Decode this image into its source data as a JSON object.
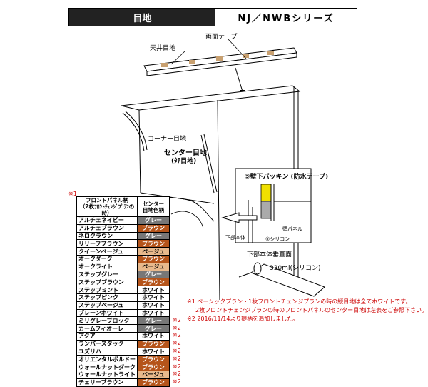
{
  "header": {
    "left": "目地",
    "right": "NJ／NWBシリーズ"
  },
  "labels": {
    "ceiling_joint": "天井目地",
    "double_tape": "両面テープ",
    "corner_joint": "コーナー目地",
    "center_joint": "センター目地",
    "center_joint_sub": "(ﾀﾃ目地)",
    "packing_title": "⑤壁下パッキン (防水テープ)",
    "bottom_body": "下部本体",
    "wall_panel": "壁パネル",
    "silicone_marker": "⑥シリコン",
    "bottom_section": "下部本体垂直面",
    "silicone_tube": "330ml(シリコン)"
  },
  "mark": "※1",
  "table": {
    "head_left": "フロントパネル柄",
    "head_left_sub": "（2枚ﾌﾛﾝﾄﾁｪﾝｼﾞﾌﾟﾗﾝの時）",
    "head_right": "センター",
    "head_right_sub": "目地色柄",
    "rows": [
      {
        "name": "アルチェネイビー",
        "color": "グレー",
        "bg": "#777777",
        "fg": "#ffffff",
        "note": ""
      },
      {
        "name": "アルチェブラウン",
        "color": "ブラウン",
        "bg": "#b5541a",
        "fg": "#ffffff",
        "note": ""
      },
      {
        "name": "ネロクラウン",
        "color": "グレー",
        "bg": "#777777",
        "fg": "#ffffff",
        "note": ""
      },
      {
        "name": "リリーフブラウン",
        "color": "ブラウン",
        "bg": "#b5541a",
        "fg": "#ffffff",
        "note": ""
      },
      {
        "name": "クイーンベージュ",
        "color": "ベージュ",
        "bg": "#e8b98c",
        "fg": "#000000",
        "note": ""
      },
      {
        "name": "オークダーク",
        "color": "ブラウン",
        "bg": "#b5541a",
        "fg": "#ffffff",
        "note": ""
      },
      {
        "name": "オークライト",
        "color": "ベージュ",
        "bg": "#e8b98c",
        "fg": "#000000",
        "note": ""
      },
      {
        "name": "ステップグレー",
        "color": "グレー",
        "bg": "#777777",
        "fg": "#ffffff",
        "note": ""
      },
      {
        "name": "ステップブラウン",
        "color": "ブラウン",
        "bg": "#b5541a",
        "fg": "#ffffff",
        "note": ""
      },
      {
        "name": "ステップミント",
        "color": "ホワイト",
        "bg": "#ffffff",
        "fg": "#000000",
        "note": ""
      },
      {
        "name": "ステップピンク",
        "color": "ホワイト",
        "bg": "#ffffff",
        "fg": "#000000",
        "note": ""
      },
      {
        "name": "ステップベージュ",
        "color": "ホワイト",
        "bg": "#ffffff",
        "fg": "#000000",
        "note": ""
      },
      {
        "name": "ブレーンホワイト",
        "color": "ホワイト",
        "bg": "#ffffff",
        "fg": "#000000",
        "note": ""
      },
      {
        "name": "ミリグレーブロック",
        "color": "グレー",
        "bg": "#777777",
        "fg": "#ffffff",
        "note": "※2"
      },
      {
        "name": "カームフィオーレ",
        "color": "グレー",
        "bg": "#777777",
        "fg": "#ffffff",
        "note": "※2"
      },
      {
        "name": "アクア",
        "color": "ホワイト",
        "bg": "#ffffff",
        "fg": "#000000",
        "note": "※2"
      },
      {
        "name": "ランバースタック",
        "color": "ブラウン",
        "bg": "#b5541a",
        "fg": "#ffffff",
        "note": "※2"
      },
      {
        "name": "ユズリハ",
        "color": "ホワイト",
        "bg": "#ffffff",
        "fg": "#000000",
        "note": "※2"
      },
      {
        "name": "オリエンタルボルドー",
        "color": "ブラウン",
        "bg": "#b5541a",
        "fg": "#ffffff",
        "note": "※2"
      },
      {
        "name": "ウォールナットダーク",
        "color": "ブラウン",
        "bg": "#b5541a",
        "fg": "#ffffff",
        "note": "※2"
      },
      {
        "name": "ウォールナットライト",
        "color": "ベージュ",
        "bg": "#e8b98c",
        "fg": "#000000",
        "note": "※2"
      },
      {
        "name": "チェリーブラウン",
        "color": "ブラウン",
        "bg": "#b5541a",
        "fg": "#ffffff",
        "note": "※2"
      }
    ]
  },
  "notes": {
    "n1": "※1 ベーシックプラン・1枚フロントチェンジプランの時の縦目地は全てホワイトです。",
    "n1b": "2枚フロントチェンジプランの時のフロントパネルのセンター目地は左表をご参照下さい。",
    "n2": "※2 2016/11/14より提柄を追加しました。"
  }
}
